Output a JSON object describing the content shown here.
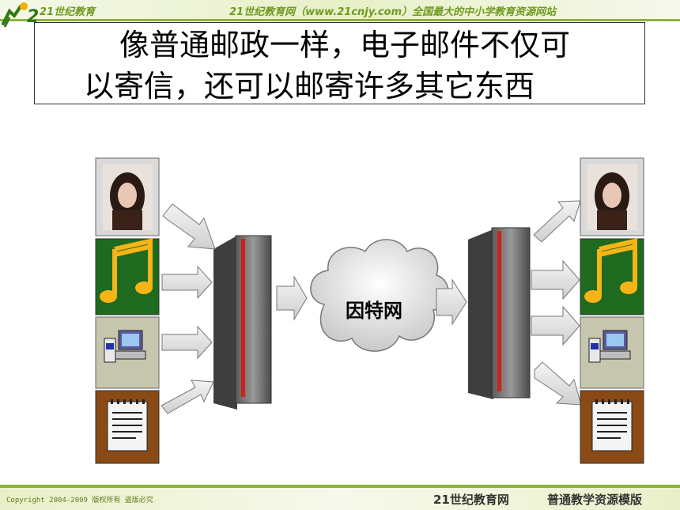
{
  "header": {
    "logo_text": "21世纪教育",
    "site_line": "21世纪教育网（www.21cnjy.com）全国最大的中小学教育资源网站"
  },
  "title": {
    "line1": "像普通邮政一样，电子邮件不仅可",
    "line2": "以寄信，还可以邮寄许多其它东西"
  },
  "diagram": {
    "cloud_label": "因特网",
    "items_left": [
      "photo-tile",
      "music-tile",
      "computer-tile",
      "document-tile"
    ],
    "items_right": [
      "photo-tile",
      "music-tile",
      "computer-tile",
      "document-tile"
    ],
    "colors": {
      "music_bg": "#1e6a1e",
      "note": "#f7b417",
      "doc_bg": "#8a4a16",
      "server_stripe": "#d2201a",
      "arrow": "#e8e8e8"
    }
  },
  "footer": {
    "copyright": "Copyright 2004-2009 版权所有 盗版必究",
    "site": "21世纪教育网",
    "template": "普通教学资源模版"
  }
}
